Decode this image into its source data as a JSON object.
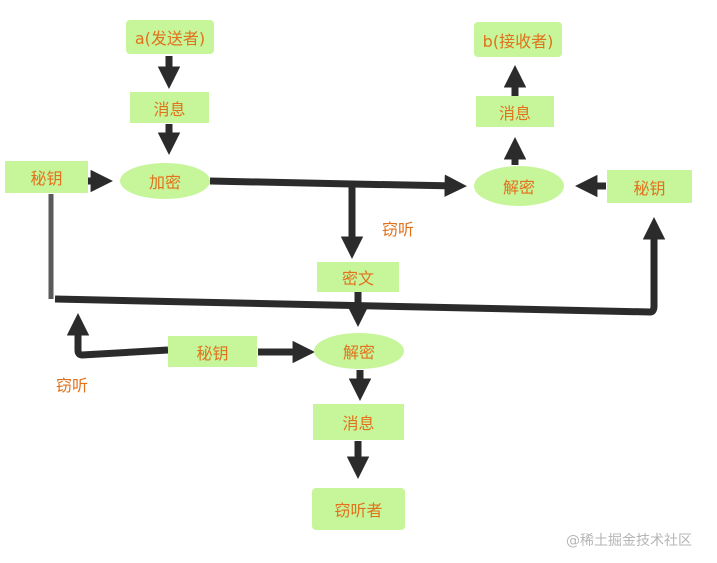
{
  "nodes": {
    "sender": "a(发送者)",
    "msg_top_left": "消息",
    "key_left": "秘钥",
    "encrypt": "加密",
    "receiver": "b(接收者)",
    "msg_top_right": "消息",
    "decrypt_right": "解密",
    "key_right": "秘钥",
    "ciphertext": "密文",
    "key_mid": "秘钥",
    "decrypt_mid": "解密",
    "msg_bottom": "消息",
    "eavesdropper": "窃听者"
  },
  "labels": {
    "eavesdrop_right": "窃听",
    "eavesdrop_left": "窃听"
  },
  "watermark": "@稀土掘金技术社区",
  "colors": {
    "node_fill": "#c6f59a",
    "node_text": "#e2711b",
    "arrow": "#2b2b2b"
  }
}
